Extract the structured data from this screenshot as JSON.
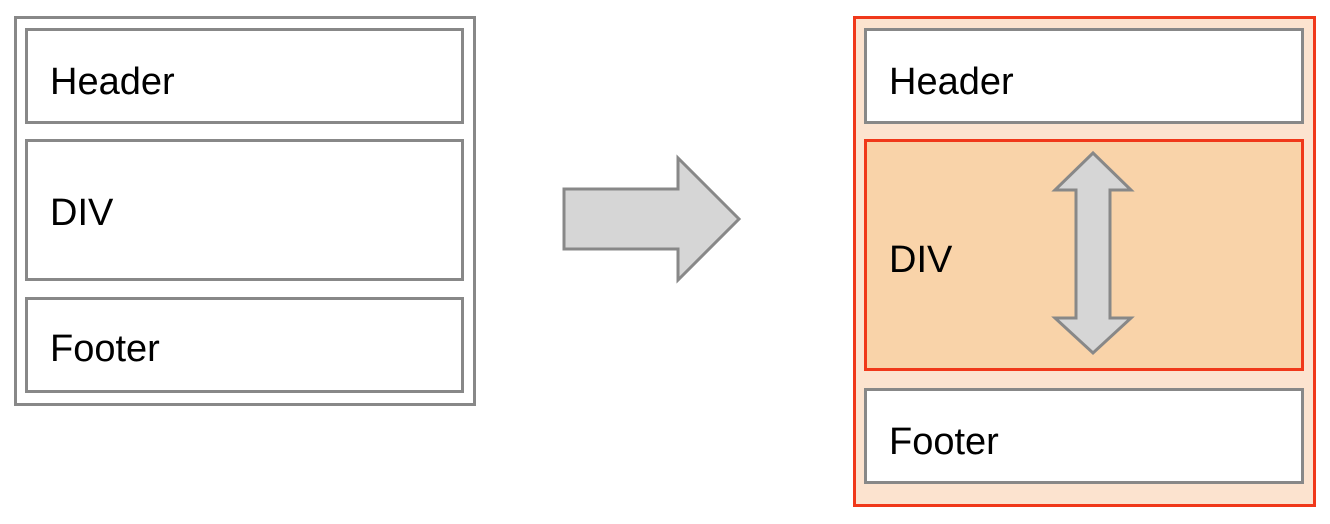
{
  "before": {
    "header_label": "Header",
    "div_label": "DIV",
    "footer_label": "Footer"
  },
  "after": {
    "header_label": "Header",
    "div_label": "DIV",
    "footer_label": "Footer"
  },
  "colors": {
    "outline_gray": "#888888",
    "highlight_red": "#f0381a",
    "container_fill": "#fce3cf",
    "div_fill": "#f9d3a9",
    "arrow_fill": "#d6d6d6"
  },
  "icons": {
    "transform_arrow": "right-arrow-icon",
    "resize_arrow": "vertical-double-arrow-icon"
  }
}
